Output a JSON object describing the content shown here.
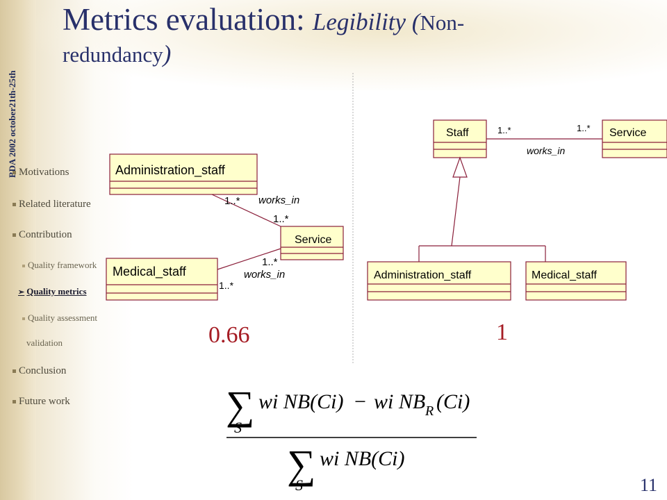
{
  "slide": {
    "side_label": "BDA 2002 october21th-25th",
    "title": {
      "main": "Metrics evaluation: ",
      "italic": "Legibility (",
      "rest": "Non-",
      "line2": "redundancy",
      "line2_close": ")"
    },
    "page_number": "11"
  },
  "nav": {
    "items": [
      {
        "label": "Motivations",
        "level": 1
      },
      {
        "label": "Related literature",
        "level": 1
      },
      {
        "label": "Contribution",
        "level": 1
      },
      {
        "label": "Quality framework",
        "level": 2
      },
      {
        "label": "Quality metrics",
        "level": 2,
        "active": true
      },
      {
        "label": "Quality assessment",
        "level": 2
      },
      {
        "label": "validation",
        "level": 3
      },
      {
        "label": "Conclusion",
        "level": 1
      },
      {
        "label": "Future work",
        "level": 1
      }
    ]
  },
  "diagram_left": {
    "classes": {
      "administration_staff": "Administration_staff",
      "medical_staff": "Medical_staff",
      "service": "Service"
    },
    "association_top": {
      "name": "works_in",
      "mult_a": "1..*",
      "mult_b": "1..*"
    },
    "association_bottom": {
      "name": "works_in",
      "mult_a": "1..*",
      "mult_b": "1..*"
    },
    "score": "0.66"
  },
  "diagram_right": {
    "classes": {
      "staff": "Staff",
      "service": "Service",
      "administration_staff": "Administration_staff",
      "medical_staff": "Medical_staff"
    },
    "association": {
      "name": "works_in",
      "mult_a": "1..*",
      "mult_b": "1..*"
    },
    "score": "1"
  },
  "formula": {
    "sum_symbol": "∑",
    "sum_index": "S",
    "numerator_term1": "wi NB(Ci)",
    "minus": "−",
    "numerator_term2_start": "wi NB",
    "numerator_term2_sub": "R",
    "numerator_term2_end": "(Ci)",
    "denominator_term": "wi NB(Ci)"
  },
  "colors": {
    "title": "#28306a",
    "score": "#a51c24",
    "uml_line": "#8a1f3a",
    "uml_fill": "#ffffcc"
  }
}
